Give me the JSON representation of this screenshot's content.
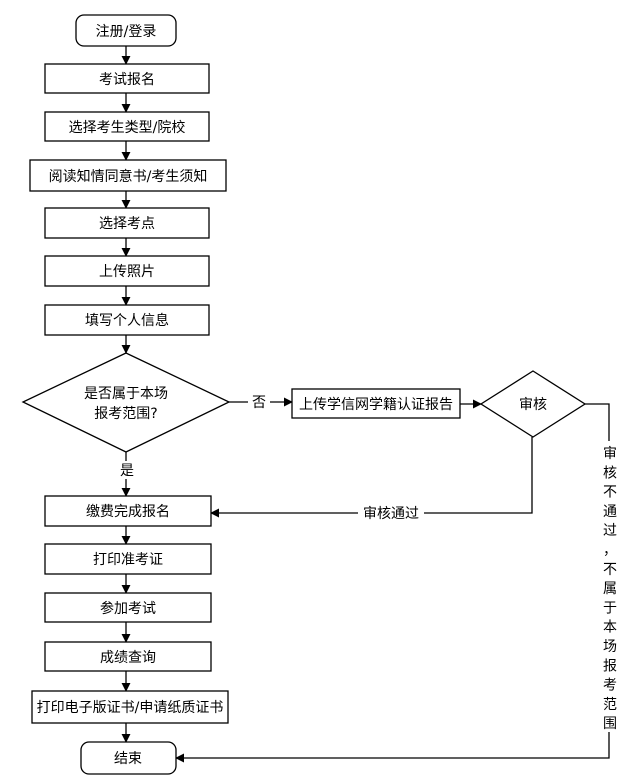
{
  "flow": {
    "start": "注册/登录",
    "step1": "考试报名",
    "step2": "选择考生类型/院校",
    "step3": "阅读知情同意书/考生须知",
    "step4": "选择考点",
    "step5": "上传照片",
    "step6": "填写个人信息",
    "decision_line1": "是否属于本场",
    "decision_line2": "报考范围?",
    "yes_label": "是",
    "no_label": "否",
    "upload_report": "上传学信网学籍认证报告",
    "review": "审核",
    "review_pass": "审核通过",
    "review_fail_chars": [
      "审",
      "核",
      "不",
      "通",
      "过",
      "，",
      "不",
      "属",
      "于",
      "本",
      "场",
      "报",
      "考",
      "范",
      "围"
    ],
    "pay": "缴费完成报名",
    "print_ticket": "打印准考证",
    "take_exam": "参加考试",
    "score_query": "成绩查询",
    "certificate": "打印电子版证书/申请纸质证书",
    "end": "结束"
  }
}
